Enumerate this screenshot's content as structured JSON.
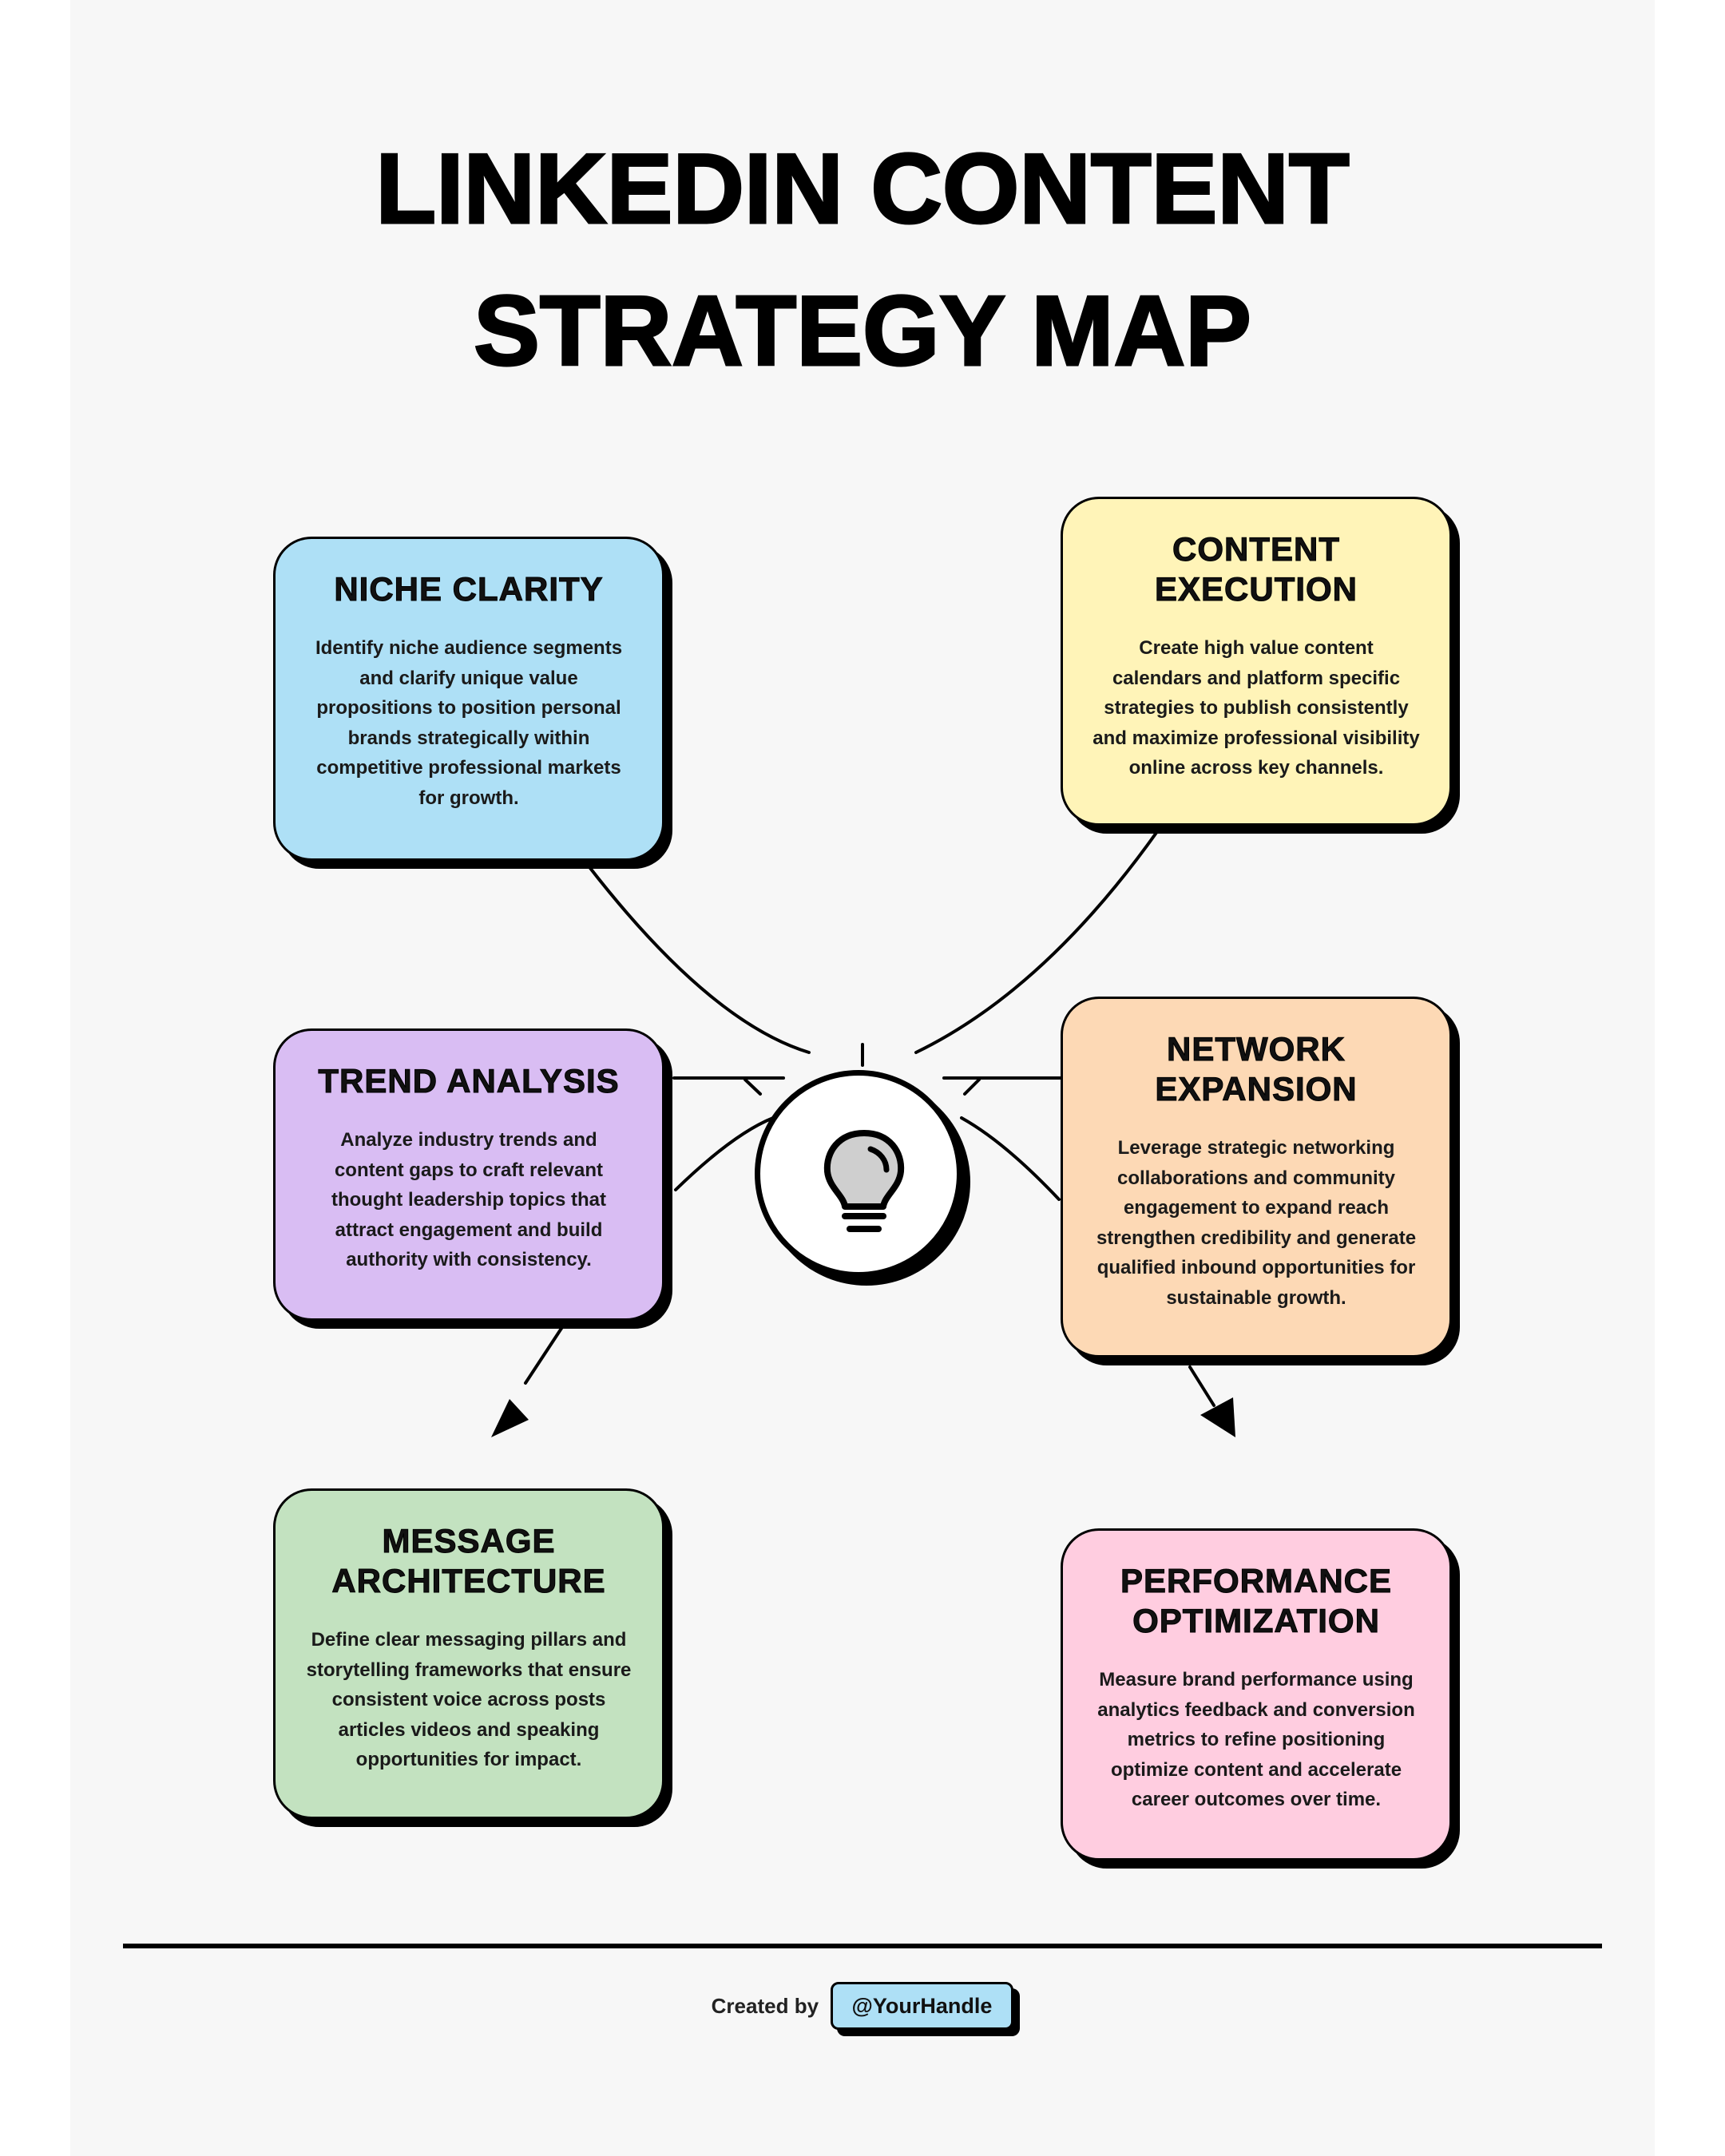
{
  "title": {
    "line1": "LINKEDIN CONTENT",
    "line2": "STRATEGY MAP"
  },
  "hub": {
    "icon": "lightbulb-icon"
  },
  "cards": {
    "niche_clarity": {
      "title": "NICHE CLARITY",
      "body": "Identify niche audience segments and clarify unique value propositions to position personal brands strategically within competitive professional markets for growth.",
      "color": "#aee0f6"
    },
    "content_execution": {
      "title": "CONTENT EXECUTION",
      "body": "Create high value content calendars and platform specific strategies to publish consistently and maximize professional visibility online across key channels.",
      "color": "#fff4b8"
    },
    "trend_analysis": {
      "title": "TREND ANALYSIS",
      "body": "Analyze industry trends and content gaps to craft relevant thought leadership topics that attract engagement and build authority with consistency.",
      "color": "#d9bdf3"
    },
    "network_expansion": {
      "title": "NETWORK EXPANSION",
      "body": "Leverage strategic networking collaborations and community engagement to expand reach strengthen credibility and generate qualified inbound opportunities for sustainable growth.",
      "color": "#fdd9b5"
    },
    "message_architecture": {
      "title": "MESSAGE ARCHITECTURE",
      "body": "Define clear messaging pillars and storytelling frameworks that ensure consistent voice across posts articles videos and speaking opportunities for impact.",
      "color": "#c3e2c0"
    },
    "performance_optimization": {
      "title": "PERFORMANCE OPTIMIZATION",
      "body": "Measure brand performance using analytics feedback and conversion metrics to refine positioning optimize content and accelerate career outcomes over time.",
      "color": "#ffcde0"
    }
  },
  "footer": {
    "created_by": "Created by",
    "handle": "@YourHandle",
    "handle_color": "#aee0f6"
  }
}
